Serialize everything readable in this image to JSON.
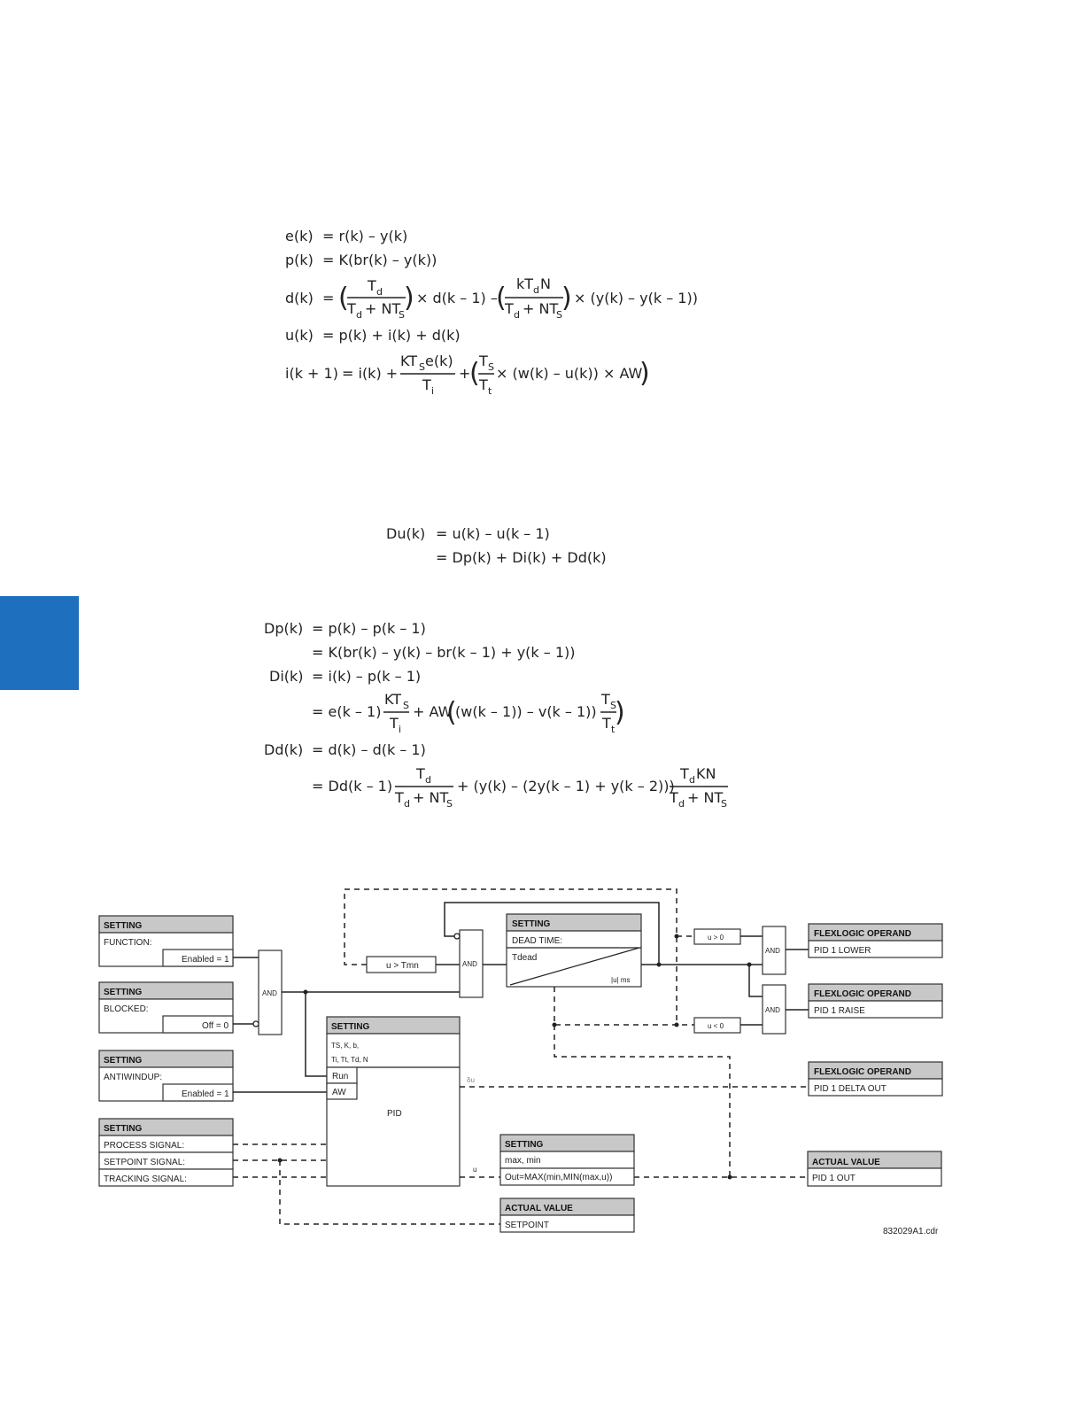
{
  "equations_block_1": [
    {
      "lhs": "e(k)",
      "rhs": "= r(k) – y(k)"
    },
    {
      "lhs": "p(k)",
      "rhs": "= K(br(k) – y(k))"
    },
    {
      "lhs": "d(k)",
      "rhs": "= (Td / (Td + NTS)) × d(k – 1) – (kTdN / (Td + NTS)) × (y(k) – y(k – 1))"
    },
    {
      "lhs": "u(k)",
      "rhs": "= p(k) + i(k) + d(k)"
    },
    {
      "lhs": "i(k + 1)",
      "rhs": "= i(k) + KTSe(k) / Ti + (TS / Tt × (w(k) – u(k)) × AW)"
    }
  ],
  "equations_block_2": [
    {
      "lhs": "Du(k)",
      "rhs": "= u(k) – u(k – 1)"
    },
    {
      "lhs": "",
      "rhs": "= Dp(k) + Di(k) + Dd(k)"
    }
  ],
  "equations_block_3": [
    {
      "lhs": "Dp(k)",
      "rhs": "= p(k) – p(k – 1)"
    },
    {
      "lhs": "",
      "rhs": "= K(br(k) – y(k) – br(k – 1) + y(k – 1))"
    },
    {
      "lhs": "Di(k)",
      "rhs": "= i(k) – p(k – 1)"
    },
    {
      "lhs": "",
      "rhs": "= e(k – 1) KTS/Ti + AW((w(k – 1)) – v(k – 1)) TS/Tt)"
    },
    {
      "lhs": "Dd(k)",
      "rhs": "= d(k) – d(k – 1)"
    },
    {
      "lhs": "",
      "rhs": "= Dd(k – 1) Td/(Td + NTS) + (y(k) – (2y(k – 1) + y(k – 2))) TdKN/(Td + NTS)"
    }
  ],
  "diagram": {
    "setting_function": {
      "header": "SETTING",
      "label": "FUNCTION:",
      "value": "Enabled = 1"
    },
    "setting_blocked": {
      "header": "SETTING",
      "label": "BLOCKED:",
      "value": "Off = 0"
    },
    "setting_antiwindup": {
      "header": "SETTING",
      "label": "ANTIWINDUP:",
      "value": "Enabled = 1"
    },
    "setting_signals": {
      "header": "SETTING",
      "rows": [
        "PROCESS SIGNAL:",
        "SETPOINT SIGNAL:",
        "TRACKING SIGNAL:"
      ]
    },
    "and_gate_label": "AND",
    "u_gt_tmn": "u > Tmn",
    "dead_time": {
      "header": "SETTING",
      "label": "DEAD TIME:",
      "value": "Tdead",
      "unit": "|u| ms"
    },
    "pid_block": {
      "header": "SETTING",
      "params_1": "TS, K, b,",
      "params_2": "Ti, Tt, Td, N",
      "run": "Run",
      "aw": "AW",
      "label": "PID",
      "delta_u": "δu",
      "u": "u"
    },
    "u_gt_0": "u > 0",
    "u_lt_0": "u < 0",
    "limit_block": {
      "header": "SETTING",
      "label": "max, min",
      "value": "Out=MAX(min,MIN(max,u))"
    },
    "actual_setpoint": {
      "header": "ACTUAL VALUE",
      "label": "SETPOINT"
    },
    "flex_lower": {
      "header": "FLEXLOGIC OPERAND",
      "label": "PID 1 LOWER"
    },
    "flex_raise": {
      "header": "FLEXLOGIC OPERAND",
      "label": "PID 1 RAISE"
    },
    "flex_delta": {
      "header": "FLEXLOGIC OPERAND",
      "label": "PID 1 DELTA OUT"
    },
    "actual_out": {
      "header": "ACTUAL VALUE",
      "label": "PID 1 OUT"
    },
    "figure_code": "832029A1.cdr"
  }
}
